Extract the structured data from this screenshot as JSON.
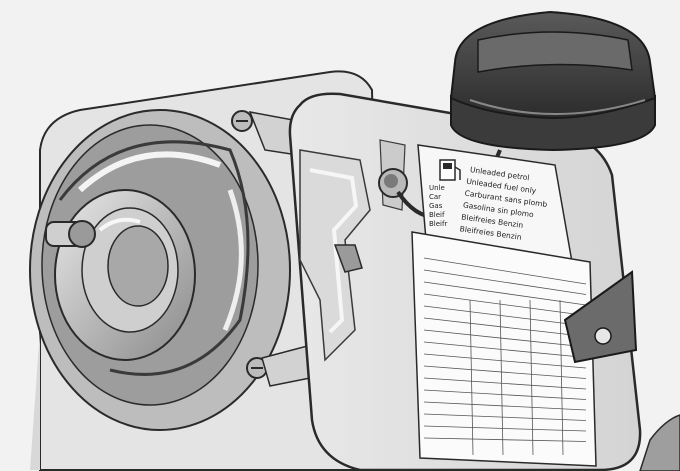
{
  "illustration": {
    "subject": "fuel-filler-flap-and-cap"
  },
  "label_sticker": {
    "heading": "Unleaded petrol",
    "lines": [
      "Unleaded fuel only",
      "Carburant sans plomb",
      "Gasolina sin plomo",
      "Bleifreies Benzin",
      "Bleifreies Benzin"
    ],
    "side_fragments": [
      "Unle",
      "Car",
      "Gas",
      "Bleif",
      "Bleifr"
    ]
  },
  "colors": {
    "background": "#f2f2f2",
    "outline": "#2a2a2a",
    "cap_dark": "#3a3a3a",
    "metal": "#cfcfcf",
    "bracket": "#6b6b6b"
  }
}
